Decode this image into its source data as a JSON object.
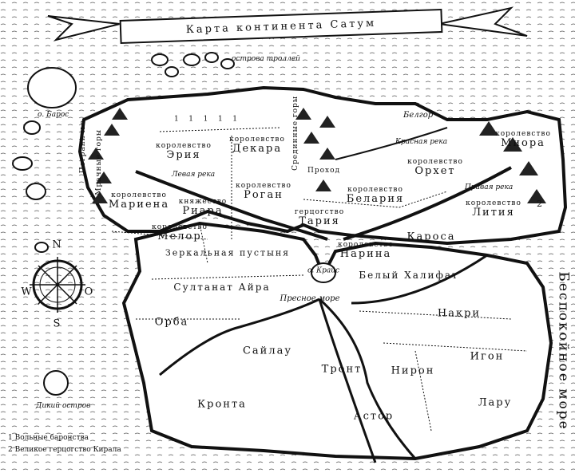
{
  "title": "Карта континента Сатум",
  "islands": {
    "trolls": "острова троллей",
    "baros": "о. Барос",
    "wild": "Дикий остров",
    "krais": "о. Крайс"
  },
  "mountains": {
    "border": "Пограничье",
    "dark": "Мрачные горы",
    "middle": "Срединные горы"
  },
  "rivers": {
    "red": "Красная река",
    "left": "Левая река",
    "right": "Правая река"
  },
  "places": {
    "belgor": "Белгор",
    "pass": "Проход",
    "miora_t": "королевство",
    "miora": "Миора",
    "orhet_t": "королевство",
    "orhet": "Орхет",
    "eria_t": "королевство",
    "eria": "Эрия",
    "dekara_t": "королевство",
    "dekara": "Декара",
    "rogan_t": "королевство",
    "rogan": "Роган",
    "belaria_t": "королевство",
    "belaria": "Белария",
    "litia_t": "королевство",
    "litia": "Лития",
    "mariena_t": "королевство",
    "mariena": "Мариена",
    "riara_t": "княжество",
    "riara": "Риара",
    "melor_t": "королевство",
    "melor": "Мелор",
    "taria_t": "герцогство",
    "taria": "Тария",
    "narina_t": "королевство",
    "narina": "Нарина",
    "karosa": "Кароса",
    "desert": "Зеркальная пустыня",
    "aira": "Султанат Айра",
    "fresh_sea": "Пресное море",
    "caliphate": "Белый Халифат",
    "nakri": "Накри",
    "orba": "Орба",
    "sailau": "Сайлау",
    "tront": "Тронт",
    "niron": "Нирон",
    "igon": "Игон",
    "kronta": "Кронта",
    "astor": "Астор",
    "laru": "Лару",
    "restless_sea": "Беспокойное море",
    "baronies_marks": [
      "1",
      "1",
      "1",
      "1",
      "1"
    ],
    "kirala_mark": "2"
  },
  "compass": {
    "n": "N",
    "s": "S",
    "w": "W",
    "o": "O"
  },
  "legend": [
    "1 Вольные баронства",
    "2 Великое герцогство Кирала"
  ]
}
